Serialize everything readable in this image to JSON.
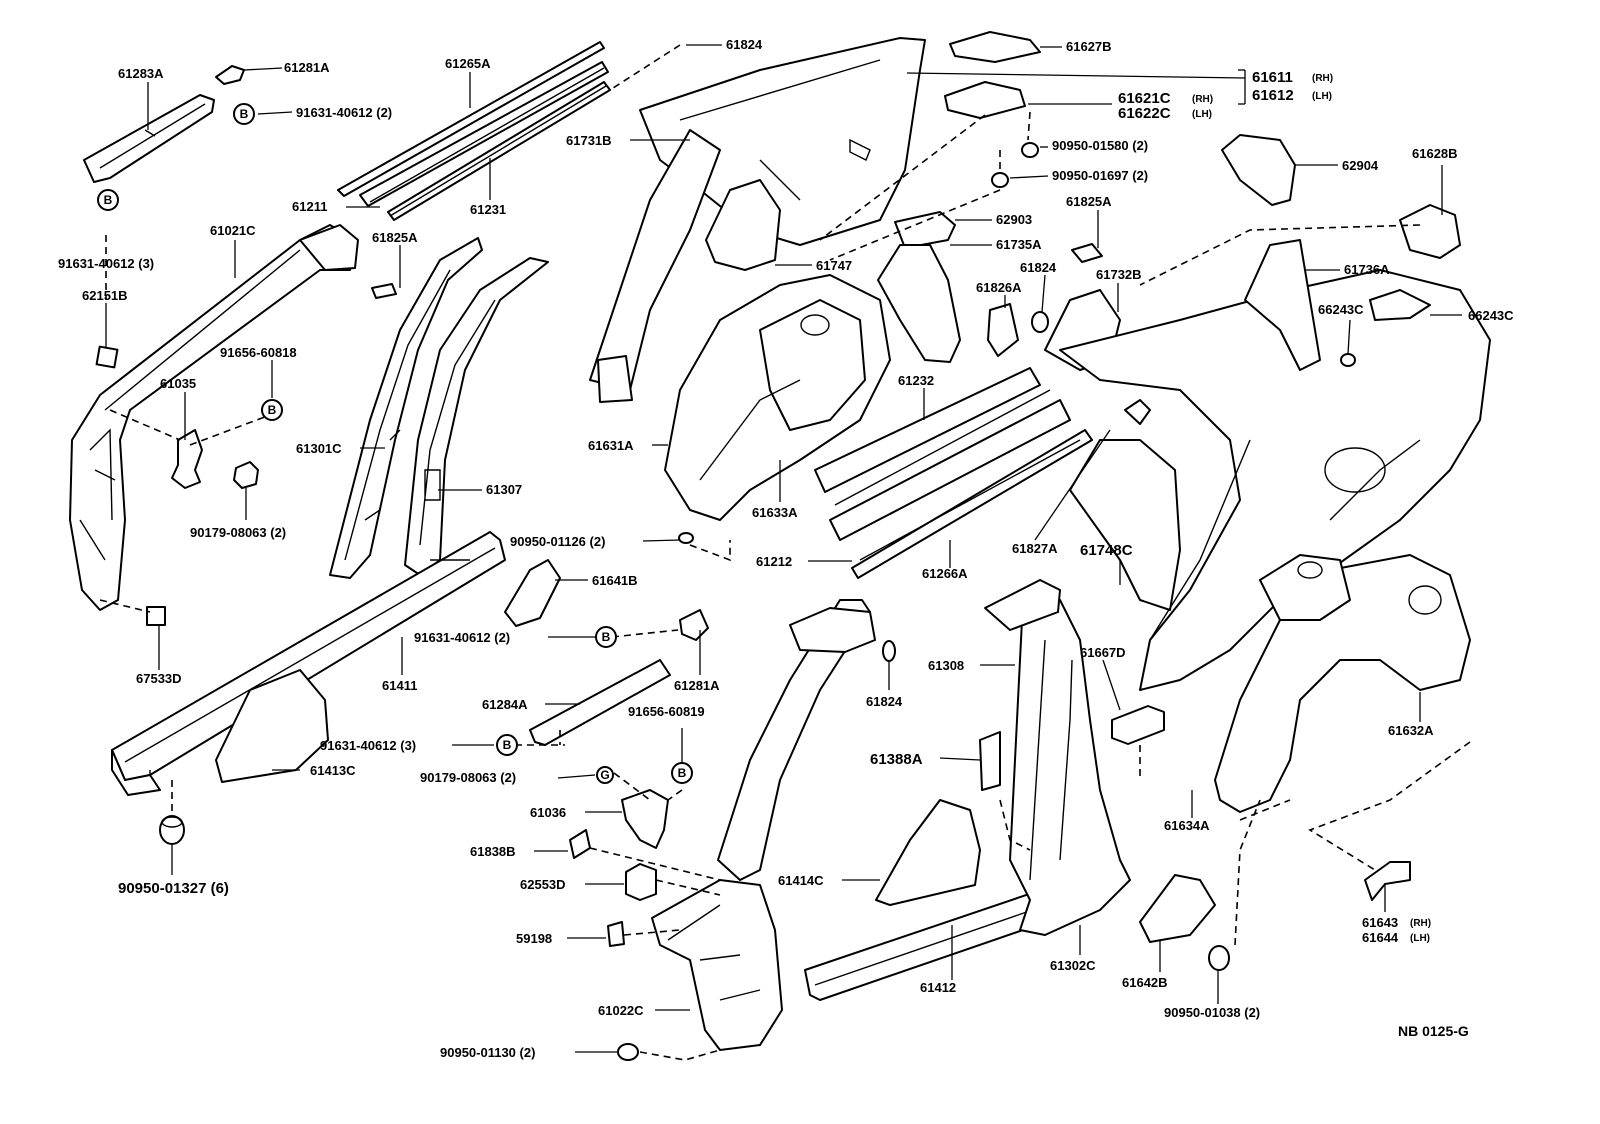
{
  "diagram": {
    "reference_code": "NB 0125-G",
    "bolt_symbols": {
      "b": "B",
      "g": "G"
    },
    "labels": {
      "p61283a": "61283A",
      "p61281a_top": "61281A",
      "p91631_40612_2_top": "91631-40612 (2)",
      "p61265a": "61265A",
      "p61824_top": "61824",
      "p61627b": "61627B",
      "p61611": "61611",
      "p61612": "61612",
      "rh": "(RH)",
      "lh": "(LH)",
      "p61621c": "61621C",
      "p61622c": "61622C",
      "p61731b": "61731B",
      "p90950_01580": "90950-01580 (2)",
      "p90950_01697": "90950-01697 (2)",
      "p62904": "62904",
      "p61628b": "61628B",
      "p61211": "61211",
      "p61231": "61231",
      "p62903": "62903",
      "p61825a_right": "61825A",
      "p91631_40612_3": "91631-40612 (3)",
      "p61021c": "61021C",
      "p61825a_left": "61825A",
      "p61735a": "61735A",
      "p61736a": "61736A",
      "p61747": "61747",
      "p61824_mid": "61824",
      "p61826a": "61826A",
      "p61732b": "61732B",
      "p62151b": "62151B",
      "p66243c_a": "66243C",
      "p66243c_b": "66243C",
      "p91656_60818": "91656-60818",
      "p61035": "61035",
      "p61232": "61232",
      "p61631a": "61631A",
      "p61301c": "61301C",
      "p61307": "61307",
      "p90179_08063_top": "90179-08063 (2)",
      "p61633a": "61633A",
      "p90950_01126": "90950-01126 (2)",
      "p61212": "61212",
      "p61266a": "61266A",
      "p61827a": "61827A",
      "p61748c": "61748C",
      "p61641b": "61641B",
      "p91631_40612_2_mid": "91631-40612 (2)",
      "p61411": "61411",
      "p61308": "61308",
      "p61667d": "61667D",
      "p67533d": "67533D",
      "p61281a_mid": "61281A",
      "p61824_low": "61824",
      "p61284a": "61284A",
      "p91656_60819": "91656-60819",
      "p91631_40612_3_low": "91631-40612 (3)",
      "p61632a": "61632A",
      "p61413c": "61413C",
      "p61388a": "61388A",
      "p90179_08063_low": "90179-08063 (2)",
      "p61036": "61036",
      "p61634a": "61634A",
      "p61838b": "61838B",
      "p90950_01327": "90950-01327 (6)",
      "p62553d": "62553D",
      "p61414c": "61414C",
      "p59198": "59198",
      "p61302c": "61302C",
      "p61642b": "61642B",
      "p61643": "61643",
      "p61644": "61644",
      "p61412": "61412",
      "p61022c": "61022C",
      "p90950_01038": "90950-01038 (2)",
      "p90950_01130": "90950-01130 (2)"
    }
  }
}
